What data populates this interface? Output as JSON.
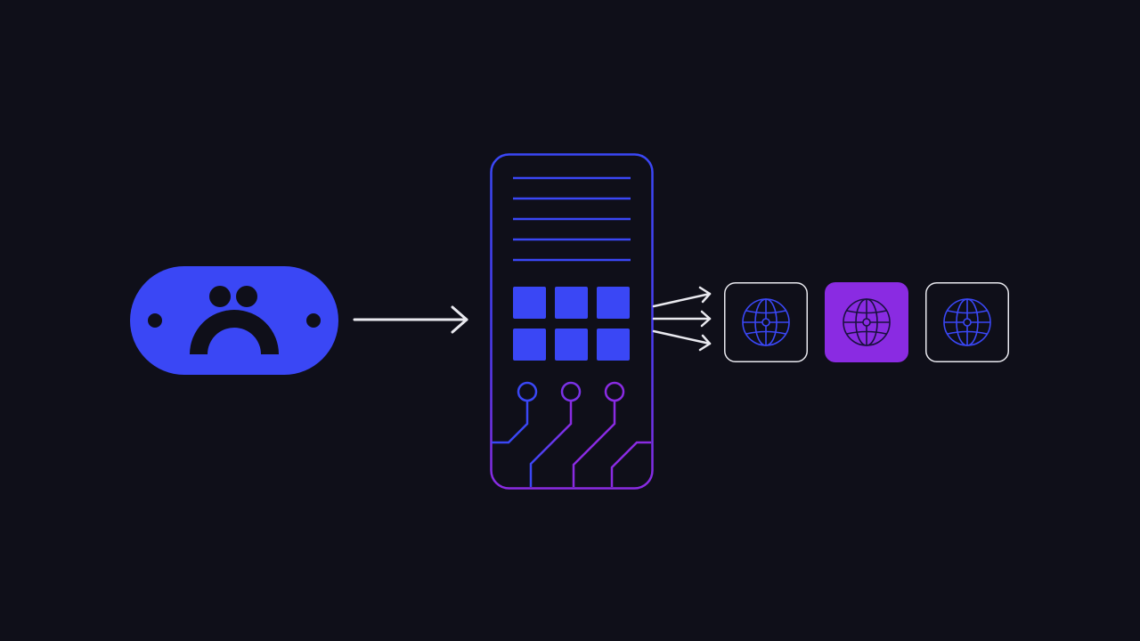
{
  "colors": {
    "background": "#0f0f19",
    "blue": "#3a47f5",
    "violet": "#8a2be2",
    "white": "#e9e9ef"
  },
  "icons": {
    "source": "sad-face-pill-icon",
    "connector": "arrow-right-icon",
    "hub": "server-device-icon",
    "targets": [
      "globe-icon",
      "globe-icon",
      "globe-icon"
    ]
  },
  "diagram": {
    "fan_out_count": 3,
    "panel_line_count": 5,
    "panel_grid": {
      "rows": 2,
      "cols": 3
    },
    "circuit_nodes": 3,
    "targets": [
      {
        "icon": "globe-icon",
        "highlighted": false
      },
      {
        "icon": "globe-icon",
        "highlighted": true
      },
      {
        "icon": "globe-icon",
        "highlighted": false
      }
    ]
  }
}
